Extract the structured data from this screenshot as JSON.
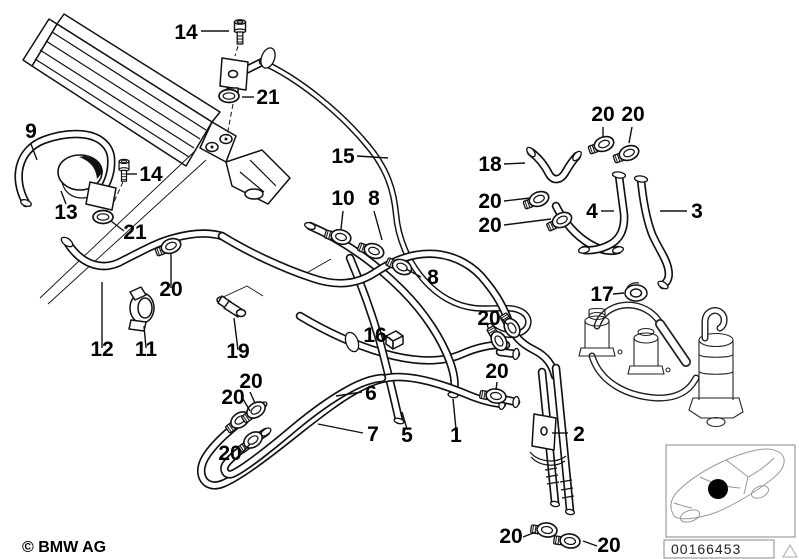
{
  "footer": {
    "copyright": "© BMW AG"
  },
  "inset": {
    "image_number": "00166453"
  },
  "colors": {
    "line": "#111111",
    "background": "#ffffff"
  },
  "callouts": [
    {
      "part": "14"
    },
    {
      "part": "21"
    },
    {
      "part": "9"
    },
    {
      "part": "14"
    },
    {
      "part": "13"
    },
    {
      "part": "21"
    },
    {
      "part": "15"
    },
    {
      "part": "10"
    },
    {
      "part": "8"
    },
    {
      "part": "18"
    },
    {
      "part": "20"
    },
    {
      "part": "20"
    },
    {
      "part": "20"
    },
    {
      "part": "20"
    },
    {
      "part": "4"
    },
    {
      "part": "3"
    },
    {
      "part": "8"
    },
    {
      "part": "17"
    },
    {
      "part": "20"
    },
    {
      "part": "12"
    },
    {
      "part": "11"
    },
    {
      "part": "19"
    },
    {
      "part": "16"
    },
    {
      "part": "20"
    },
    {
      "part": "20"
    },
    {
      "part": "6"
    },
    {
      "part": "20"
    },
    {
      "part": "20"
    },
    {
      "part": "20"
    },
    {
      "part": "7"
    },
    {
      "part": "5"
    },
    {
      "part": "1"
    },
    {
      "part": "2"
    },
    {
      "part": "20"
    },
    {
      "part": "20"
    }
  ]
}
